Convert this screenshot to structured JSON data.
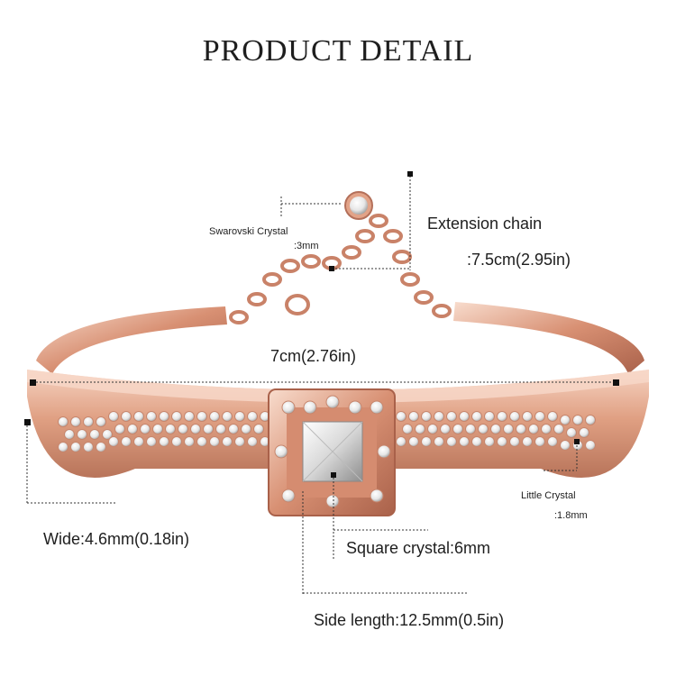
{
  "title": "PRODUCT DETAIL",
  "labels": {
    "swarovski_crystal": "Swarovski Crystal",
    "swarovski_size": ":3mm",
    "extension_chain": "Extension chain",
    "extension_length": ":7.5cm(2.95in)",
    "length": "7cm(2.76in)",
    "little_crystal": "Little Crystal",
    "little_crystal_size": ":1.8mm",
    "wide": "Wide:4.6mm(0.18in)",
    "square_crystal": "Square crystal:6mm",
    "side_length": "Side length:12.5mm(0.5in)"
  },
  "colors": {
    "rose_gold": "#d9957a",
    "rose_gold_light": "#f3c9b5",
    "rose_gold_dark": "#b06a50",
    "crystal": "#f4f4f4",
    "marker": "#111111"
  }
}
